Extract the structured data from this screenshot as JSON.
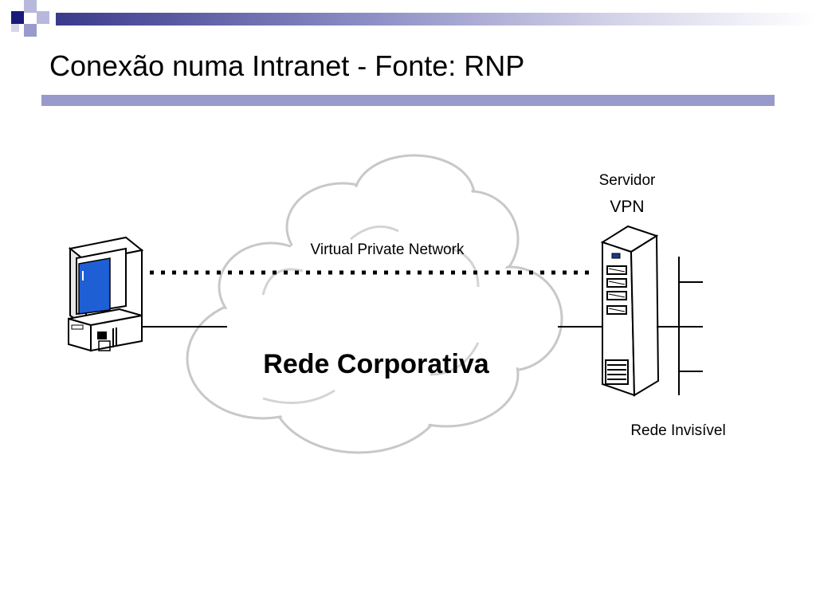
{
  "slide": {
    "title": "Conexão numa Intranet - Fonte: RNP",
    "colors": {
      "header_dark": "#1a1a7a",
      "header_mid": "#8b8bc4",
      "rule": "#9999cc",
      "screen": "#1f5fd6"
    }
  },
  "diagram": {
    "vpn_label": "Virtual Private Network",
    "cloud_label": "Rede Corporativa",
    "server_label_line1": "Servidor",
    "server_label_line2": "VPN",
    "network_label": "Rede Invisível",
    "icons": [
      "desktop-computer-icon",
      "cloud-icon",
      "server-tower-icon",
      "network-bus-icon"
    ]
  }
}
